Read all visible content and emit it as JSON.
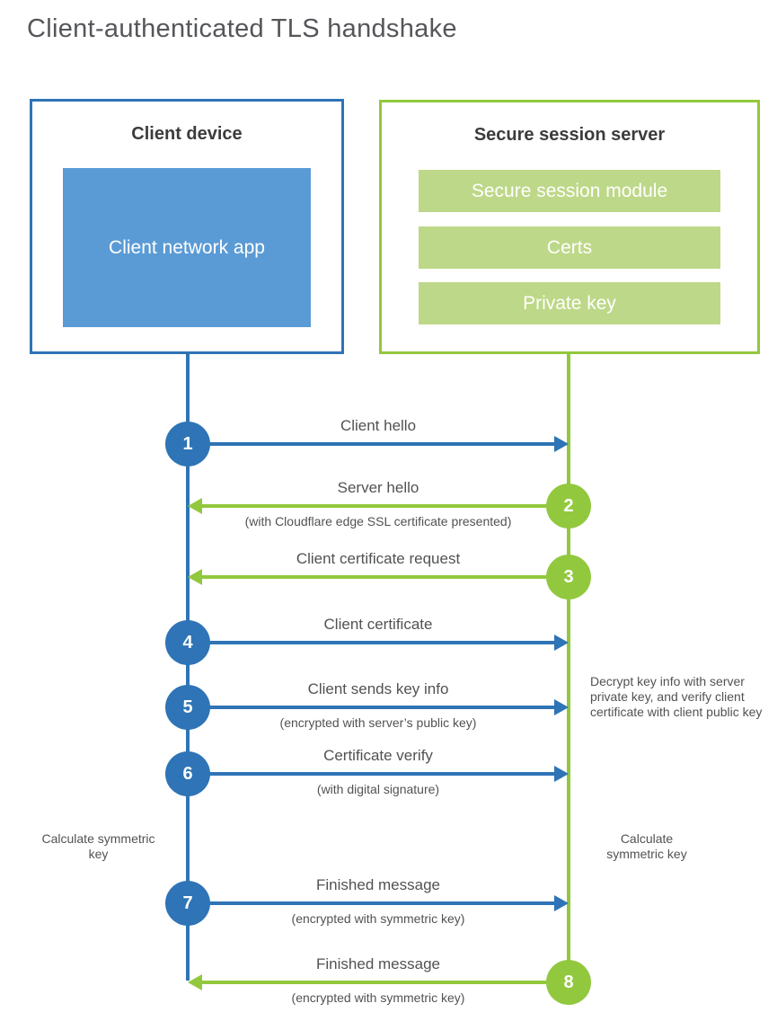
{
  "title": "Client-authenticated TLS handshake",
  "colors": {
    "blue": "#2e74b6",
    "blue_fill": "#5b9bd5",
    "green": "#92c83e",
    "green_fill": "#bdd888",
    "label_gray": "#515254"
  },
  "client_box": {
    "title": "Client device",
    "app_label": "Client network app"
  },
  "server_box": {
    "title": "Secure session server",
    "modules": [
      "Secure session module",
      "Certs",
      "Private key"
    ]
  },
  "messages": [
    {
      "num": "1",
      "label": "Client hello",
      "sub": "",
      "direction": "right",
      "color": "blue"
    },
    {
      "num": "2",
      "label": "Server hello",
      "sub": "(with Cloudflare edge SSL certificate presented)",
      "direction": "left",
      "color": "green"
    },
    {
      "num": "3",
      "label": "Client certificate request",
      "sub": "",
      "direction": "left",
      "color": "green"
    },
    {
      "num": "4",
      "label": "Client certificate",
      "sub": "",
      "direction": "right",
      "color": "blue"
    },
    {
      "num": "5",
      "label": "Client sends key info",
      "sub": "(encrypted with server’s public key)",
      "direction": "right",
      "color": "blue"
    },
    {
      "num": "6",
      "label": "Certificate verify",
      "sub": "(with digital signature)",
      "direction": "right",
      "color": "blue"
    },
    {
      "num": "7",
      "label": "Finished message",
      "sub": "(encrypted with symmetric key)",
      "direction": "right",
      "color": "blue"
    },
    {
      "num": "8",
      "label": "Finished message",
      "sub": "(encrypted with symmetric key)",
      "direction": "left",
      "color": "green"
    }
  ],
  "notes": {
    "calc_left": "Calculate symmetric key",
    "calc_right": "Calculate symmetric key",
    "decrypt": "Decrypt key info with server private key, and verify client certificate with client public key"
  }
}
